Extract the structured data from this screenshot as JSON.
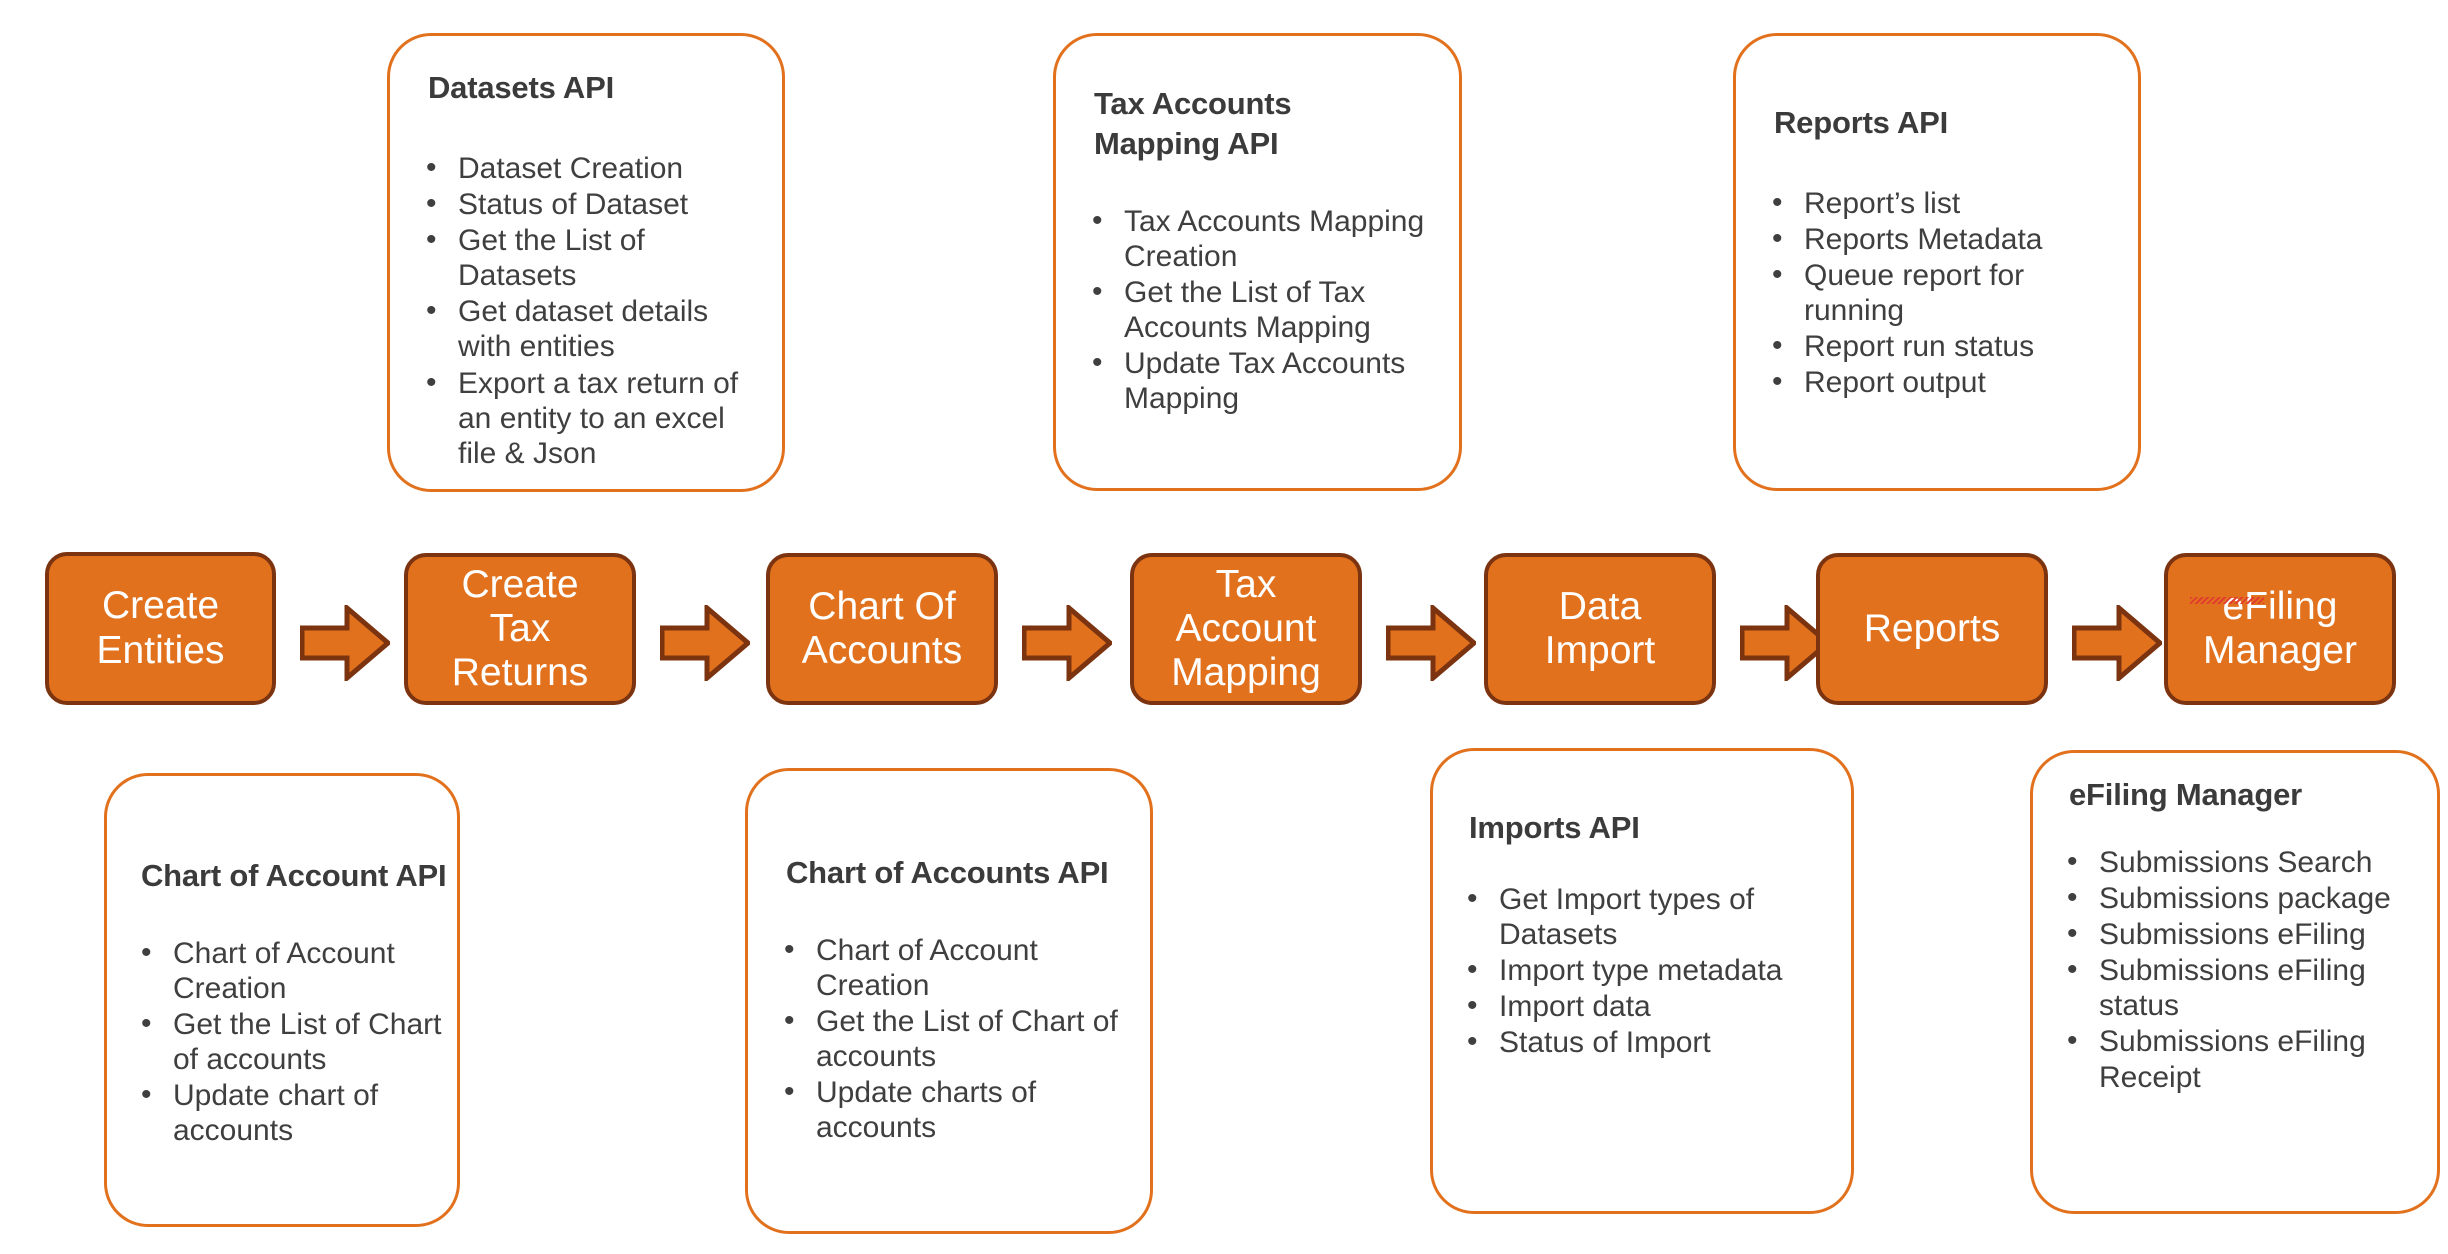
{
  "diagram": {
    "title": "Tax API Process Flow",
    "colors": {
      "step_fill": "#E2711D",
      "step_border": "#7B3310",
      "step_text": "#FFFFFF",
      "card_border": "#E2711D",
      "card_bg": "#FFFFFF",
      "card_title_text": "#3B3B3B",
      "card_body_text": "#3F3F3F",
      "arrow_fill": "#E2711D",
      "arrow_border": "#7B3310",
      "spellcheck_underline": "#E03A2F"
    }
  },
  "steps": [
    {
      "label": "Create\nEntities"
    },
    {
      "label": "Create\nTax\nReturns"
    },
    {
      "label": "Chart Of\nAccounts"
    },
    {
      "label": "Tax\nAccount\nMapping"
    },
    {
      "label": "Data\nImport"
    },
    {
      "label": "Reports"
    },
    {
      "label": "eFiling\nManager"
    }
  ],
  "arrows": [
    {
      "name": "arrow-1",
      "glyph": "right-arrow-icon"
    },
    {
      "name": "arrow-2",
      "glyph": "right-arrow-icon"
    },
    {
      "name": "arrow-3",
      "glyph": "right-arrow-icon"
    },
    {
      "name": "arrow-4",
      "glyph": "right-arrow-icon"
    },
    {
      "name": "arrow-5",
      "glyph": "right-arrow-icon"
    },
    {
      "name": "arrow-6",
      "glyph": "right-arrow-icon"
    }
  ],
  "top_cards": [
    {
      "title": "Datasets API",
      "items": [
        "Dataset Creation",
        "Status of Dataset",
        "Get the List of Datasets",
        "Get dataset details with entities",
        "Export a tax return of an entity to an excel file & Json"
      ]
    },
    {
      "title": "Tax Accounts\nMapping API",
      "items": [
        "Tax Accounts Mapping Creation",
        "Get the List of Tax Accounts Mapping",
        "Update Tax Accounts Mapping"
      ]
    },
    {
      "title": "Reports API",
      "items": [
        "Report’s list",
        "Reports Metadata",
        "Queue report for running",
        "Report run status",
        "Report output"
      ]
    }
  ],
  "bottom_cards": [
    {
      "title": "Chart of Account API",
      "items": [
        "Chart of Account Creation",
        "Get the List of Chart of accounts",
        "Update chart of accounts"
      ]
    },
    {
      "title": "Chart of Accounts API",
      "items": [
        "Chart of Account Creation",
        "Get the List of Chart of accounts",
        "Update charts of accounts"
      ]
    },
    {
      "title": "Imports API",
      "items": [
        "Get Import types of Datasets",
        "Import type metadata",
        "Import data",
        "Status of Import"
      ]
    },
    {
      "title": "eFiling Manager",
      "items": [
        "Submissions Search",
        "Submissions package",
        "Submissions eFiling",
        "Submissions eFiling status",
        "Submissions eFiling Receipt"
      ]
    }
  ]
}
